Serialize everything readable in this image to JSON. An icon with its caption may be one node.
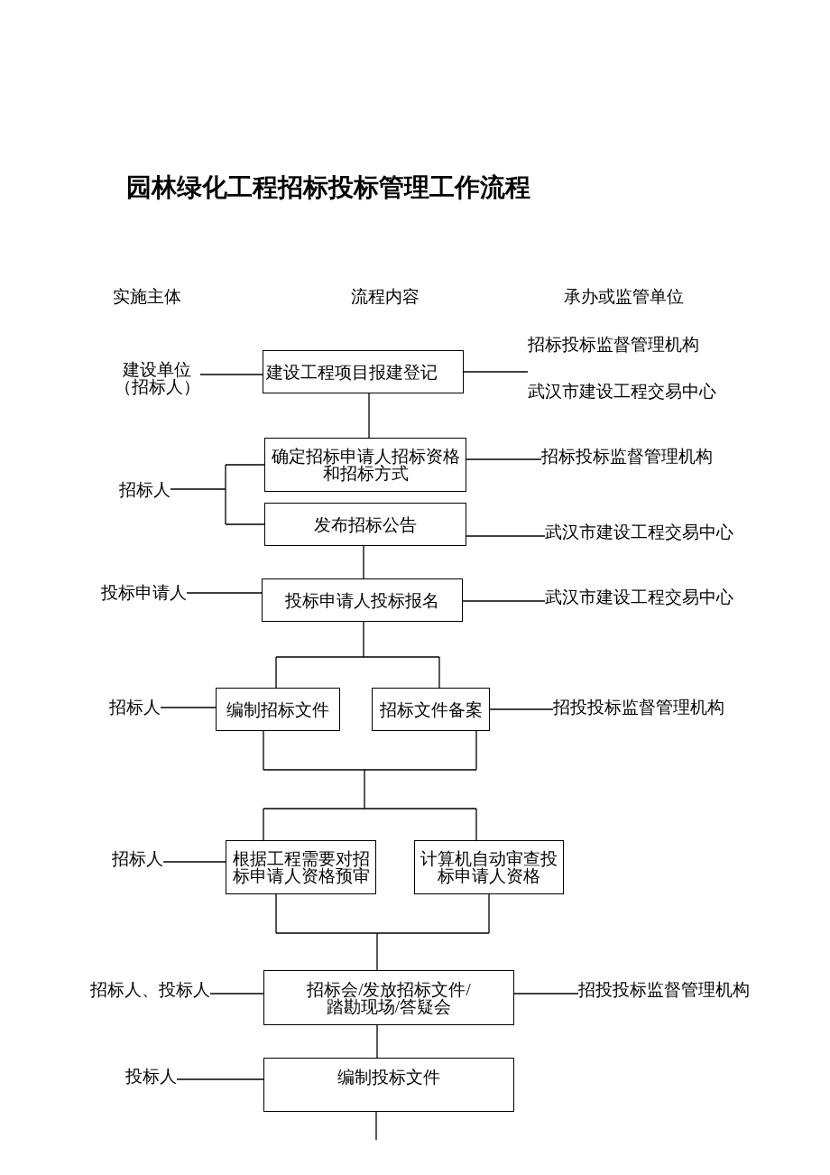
{
  "diagram": {
    "title": "园林绿化工程招标投标管理工作流程",
    "nodes": [
      {
        "text": [
          "建设单位（招标人）"
        ]
      },
      {
        "text": [
          "建设工程项目报建登记"
        ]
      },
      {
        "text": [
          "招标投标监督管理机构",
          "武汉市建设工程交易中心"
        ]
      },
      {
        "text": [
          "招标人"
        ]
      },
      {
        "text": [
          "确定招标申请人招标资格和招标方式"
        ]
      },
      {
        "text": [
          "招标投标监督管理机构"
        ]
      },
      {
        "text": [
          "发布招标公告"
        ]
      },
      {
        "text": [
          "武汉市建设工程交易中心"
        ]
      },
      {
        "text": [
          "投标申请人"
        ]
      },
      {
        "text": [
          "投标申请人投标报名"
        ]
      },
      {
        "text": [
          "武汉市建设工程交易中心"
        ]
      },
      {
        "text": [
          "招标人"
        ]
      },
      {
        "text": [
          "编制招标文件"
        ]
      },
      {
        "text": [
          "招标文件备案"
        ]
      },
      {
        "text": [
          "招投投标监督管理机构"
        ]
      },
      {
        "text": [
          "招标人"
        ]
      },
      {
        "text": [
          "根据工程需要对招标申请人资格预审"
        ]
      },
      {
        "text": [
          "计算机自动审查投标申请人资格"
        ]
      },
      {
        "text": [
          "招标人、投标人"
        ]
      },
      {
        "text": [
          "招标会/发放招标文件/踏勘现场/答疑会"
        ]
      },
      {
        "text": [
          "招投投标监督管理机构"
        ]
      },
      {
        "text": [
          "投标人"
        ]
      },
      {
        "text": [
          "编制投标文件"
        ]
      }
    ],
    "edges": [
      {
        "from": 0,
        "to": 1,
        "arrow": "none"
      },
      {
        "from": 1,
        "to": 2,
        "arrow": "none"
      },
      {
        "from": 1,
        "to": 4,
        "arrow": "none"
      },
      {
        "from": 3,
        "to": 4,
        "arrow": "none"
      },
      {
        "from": 3,
        "to": 6,
        "arrow": "none"
      },
      {
        "from": 4,
        "to": 5,
        "arrow": "none"
      },
      {
        "from": 6,
        "to": 7,
        "arrow": "none"
      },
      {
        "from": 6,
        "to": 9,
        "arrow": "none"
      },
      {
        "from": 8,
        "to": 9,
        "arrow": "none"
      },
      {
        "from": 9,
        "to": 10,
        "arrow": "none"
      },
      {
        "from": 9,
        "to": 12,
        "arrow": "none"
      },
      {
        "from": 9,
        "to": 13,
        "arrow": "none"
      },
      {
        "from": 11,
        "to": 12,
        "arrow": "none"
      },
      {
        "from": 13,
        "to": 14,
        "arrow": "none"
      },
      {
        "from": 12,
        "to": 16,
        "arrow": "none"
      },
      {
        "from": 12,
        "to": 17,
        "arrow": "none"
      },
      {
        "from": 13,
        "to": 16,
        "arrow": "none"
      },
      {
        "from": 13,
        "to": 17,
        "arrow": "none"
      },
      {
        "from": 15,
        "to": 16,
        "arrow": "none"
      },
      {
        "from": 16,
        "to": 19,
        "arrow": "none"
      },
      {
        "from": 17,
        "to": 19,
        "arrow": "none"
      },
      {
        "from": 18,
        "to": 19,
        "arrow": "none"
      },
      {
        "from": 19,
        "to": 20,
        "arrow": "none"
      },
      {
        "from": 19,
        "to": 22,
        "arrow": "none"
      },
      {
        "from": 21,
        "to": 22,
        "arrow": "none"
      },
      {
        "from": 22,
        "to": null,
        "arrow": "none"
      }
    ],
    "labels": [
      "实施主体",
      "流程内容",
      "承办或监管单位"
    ]
  }
}
